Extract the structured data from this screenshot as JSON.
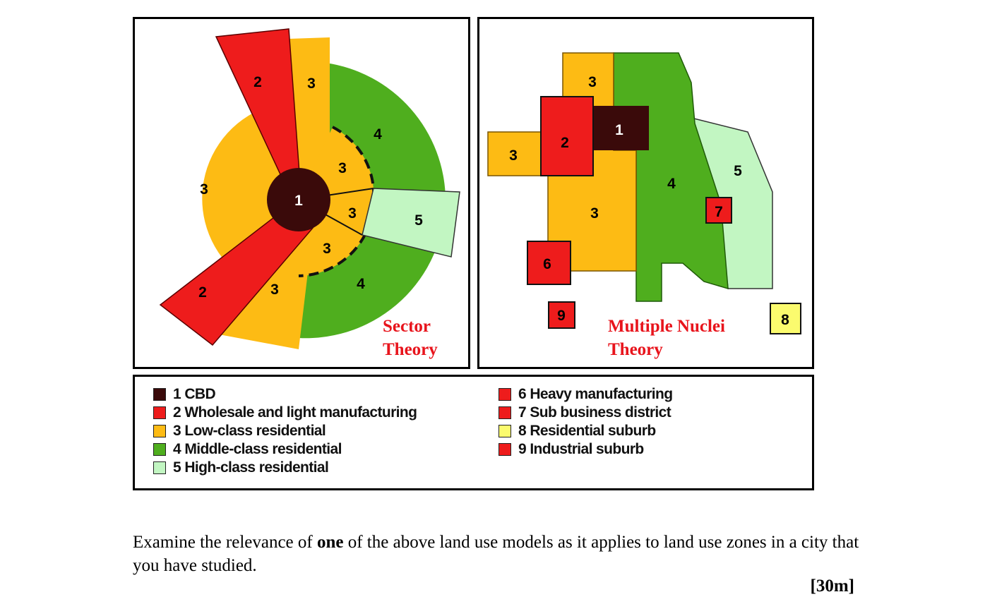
{
  "sector_model": {
    "caption_line1": "Sector",
    "caption_line2": "Theory",
    "zone_numbers": [
      "1",
      "2",
      "2",
      "3",
      "3",
      "3",
      "3",
      "3",
      "3",
      "4",
      "4",
      "5"
    ]
  },
  "nuclei_model": {
    "caption_line1": "Multiple Nuclei",
    "caption_line2": "Theory",
    "zone_numbers": [
      "1",
      "2",
      "3",
      "3",
      "3",
      "4",
      "5",
      "6",
      "7",
      "8",
      "9"
    ]
  },
  "legend": {
    "left": [
      {
        "label": "1 CBD",
        "color": "#3a0a0a"
      },
      {
        "label": "2 Wholesale and light manufacturing",
        "color": "#ee1c1c"
      },
      {
        "label": "3 Low-class residential",
        "color": "#fdbb14"
      },
      {
        "label": "4 Middle-class residential",
        "color": "#4fae1e"
      },
      {
        "label": "5 High-class residential",
        "color": "#c2f6c2"
      }
    ],
    "right": [
      {
        "label": "6 Heavy manufacturing",
        "color": "#ee1c1c"
      },
      {
        "label": "7 Sub business district",
        "color": "#ee1c1c"
      },
      {
        "label": "8 Residential suburb",
        "color": "#fbfb6e"
      },
      {
        "label": "9 Industrial suburb",
        "color": "#ee1c1c"
      }
    ]
  },
  "question": {
    "before": "Examine the relevance of ",
    "bold": "one",
    "after": " of the above land use models as it applies to land use zones in a city that you have studied."
  },
  "marks": "[30m]"
}
